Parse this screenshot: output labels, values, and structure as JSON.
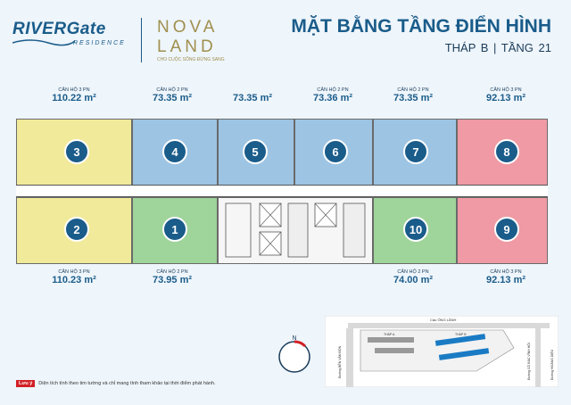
{
  "header": {
    "rivergate_logo": "RIVERGate",
    "rivergate_sub": "RESIDENCE",
    "nova_logo_top": "NOVA",
    "nova_logo_bottom": "LAND",
    "nova_tagline": "CHO CUỘC SỐNG ĐỪNG SANG",
    "title": "MẶT BẰNG TẦNG ĐIỂN HÌNH",
    "subtitle": "THÁP B   |   TẦNG 21"
  },
  "top_labels": [
    {
      "name": "CĂN HỘ 3 PN",
      "area": "110.22 m²"
    },
    {
      "name": "CĂN HỘ 2 PN",
      "area": "73.35 m²"
    },
    {
      "name": "",
      "area": "73.35 m²"
    },
    {
      "name": "CĂN HỘ 2 PN",
      "area": "73.36 m²"
    },
    {
      "name": "CĂN HỘ 2 PN",
      "area": "73.35 m²"
    },
    {
      "name": "CĂN HỘ 3 PN",
      "area": "92.13 m²"
    }
  ],
  "bottom_labels": [
    {
      "name": "CĂN HỘ 3 PN",
      "area": "110.23 m²"
    },
    {
      "name": "CĂN HỘ 2 PN",
      "area": "73.95 m²"
    },
    {
      "name": "CĂN HỘ 2 PN",
      "area": "74.00 m²"
    },
    {
      "name": "CĂN HỘ 3 PN",
      "area": "92.13 m²"
    }
  ],
  "unit_numbers": {
    "u3": "3",
    "u4": "4",
    "u5": "5",
    "u6": "6",
    "u7": "7",
    "u8": "8",
    "u2": "2",
    "u1": "1",
    "u10": "10",
    "u9": "9"
  },
  "colors": {
    "yellow": "#f1ea9a",
    "blue": "#9dc4e3",
    "green": "#9fd49a",
    "red": "#ef9aa4",
    "brand": "#1a5c8a"
  },
  "note": {
    "tag": "Lưu ý",
    "text": "Diện tích tính theo tim tường và chỉ mang tính tham khảo tại thời điểm phát hành."
  },
  "compass": {
    "label": "N"
  },
  "map": {
    "top_road": "Cầu ÔNG LÃNH",
    "left_road": "Đường BẾN VÂN ĐỒN",
    "mid_road": "Đường CÔ BÁC VĨNH HỘI",
    "right_road": "Đường HOÀNG DIỆU",
    "tower_a": "THÁP A",
    "tower_b": "THÁP B"
  }
}
